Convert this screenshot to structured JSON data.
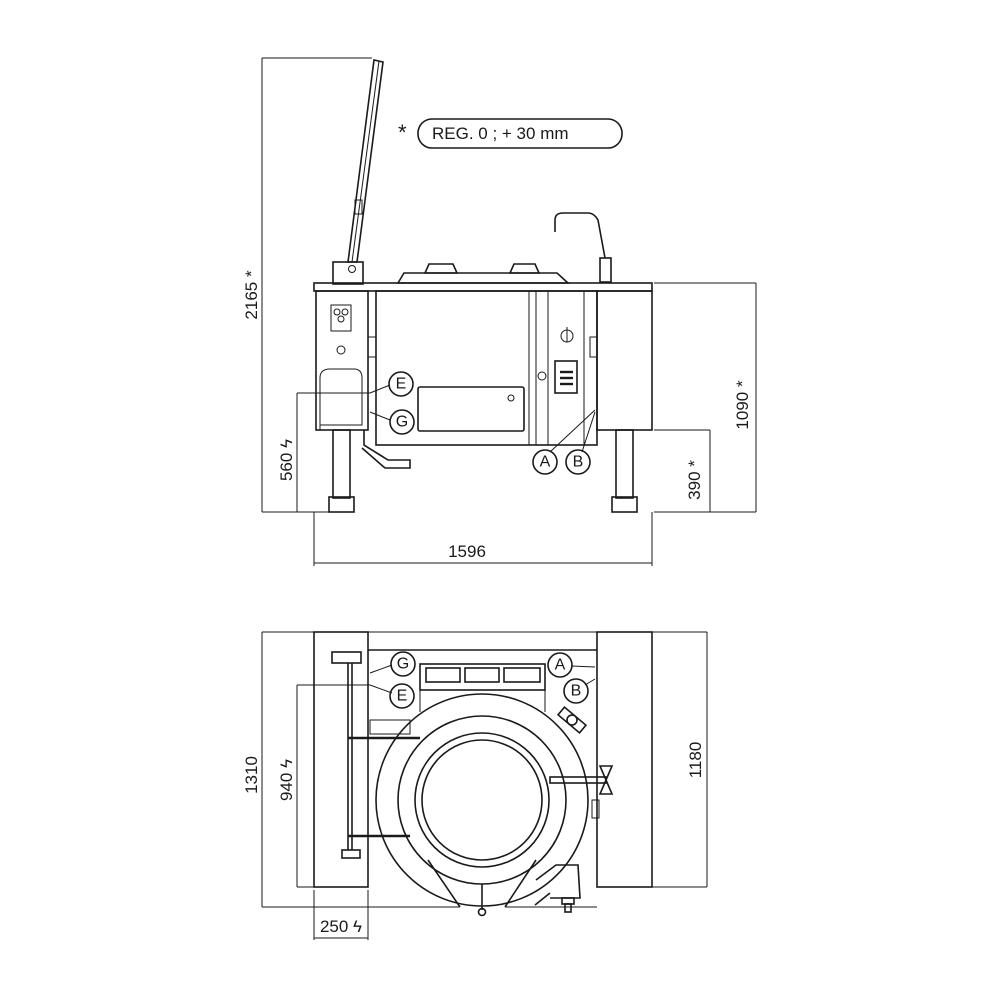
{
  "note": {
    "marker": "*",
    "text": "REG. 0 ; + 30 mm"
  },
  "front_view": {
    "dimensions": {
      "total_height": "2165 *",
      "body_height": "1090 *",
      "connection_height": "560 ϟ",
      "leg_height": "390 *",
      "width": "1596"
    },
    "connections": [
      "E",
      "G",
      "A",
      "B"
    ]
  },
  "top_view": {
    "dimensions": {
      "depth": "1310",
      "connection_depth": "940 ϟ",
      "body_depth": "1180",
      "side_offset": "250 ϟ"
    },
    "connections": [
      "G",
      "E",
      "A",
      "B"
    ]
  }
}
